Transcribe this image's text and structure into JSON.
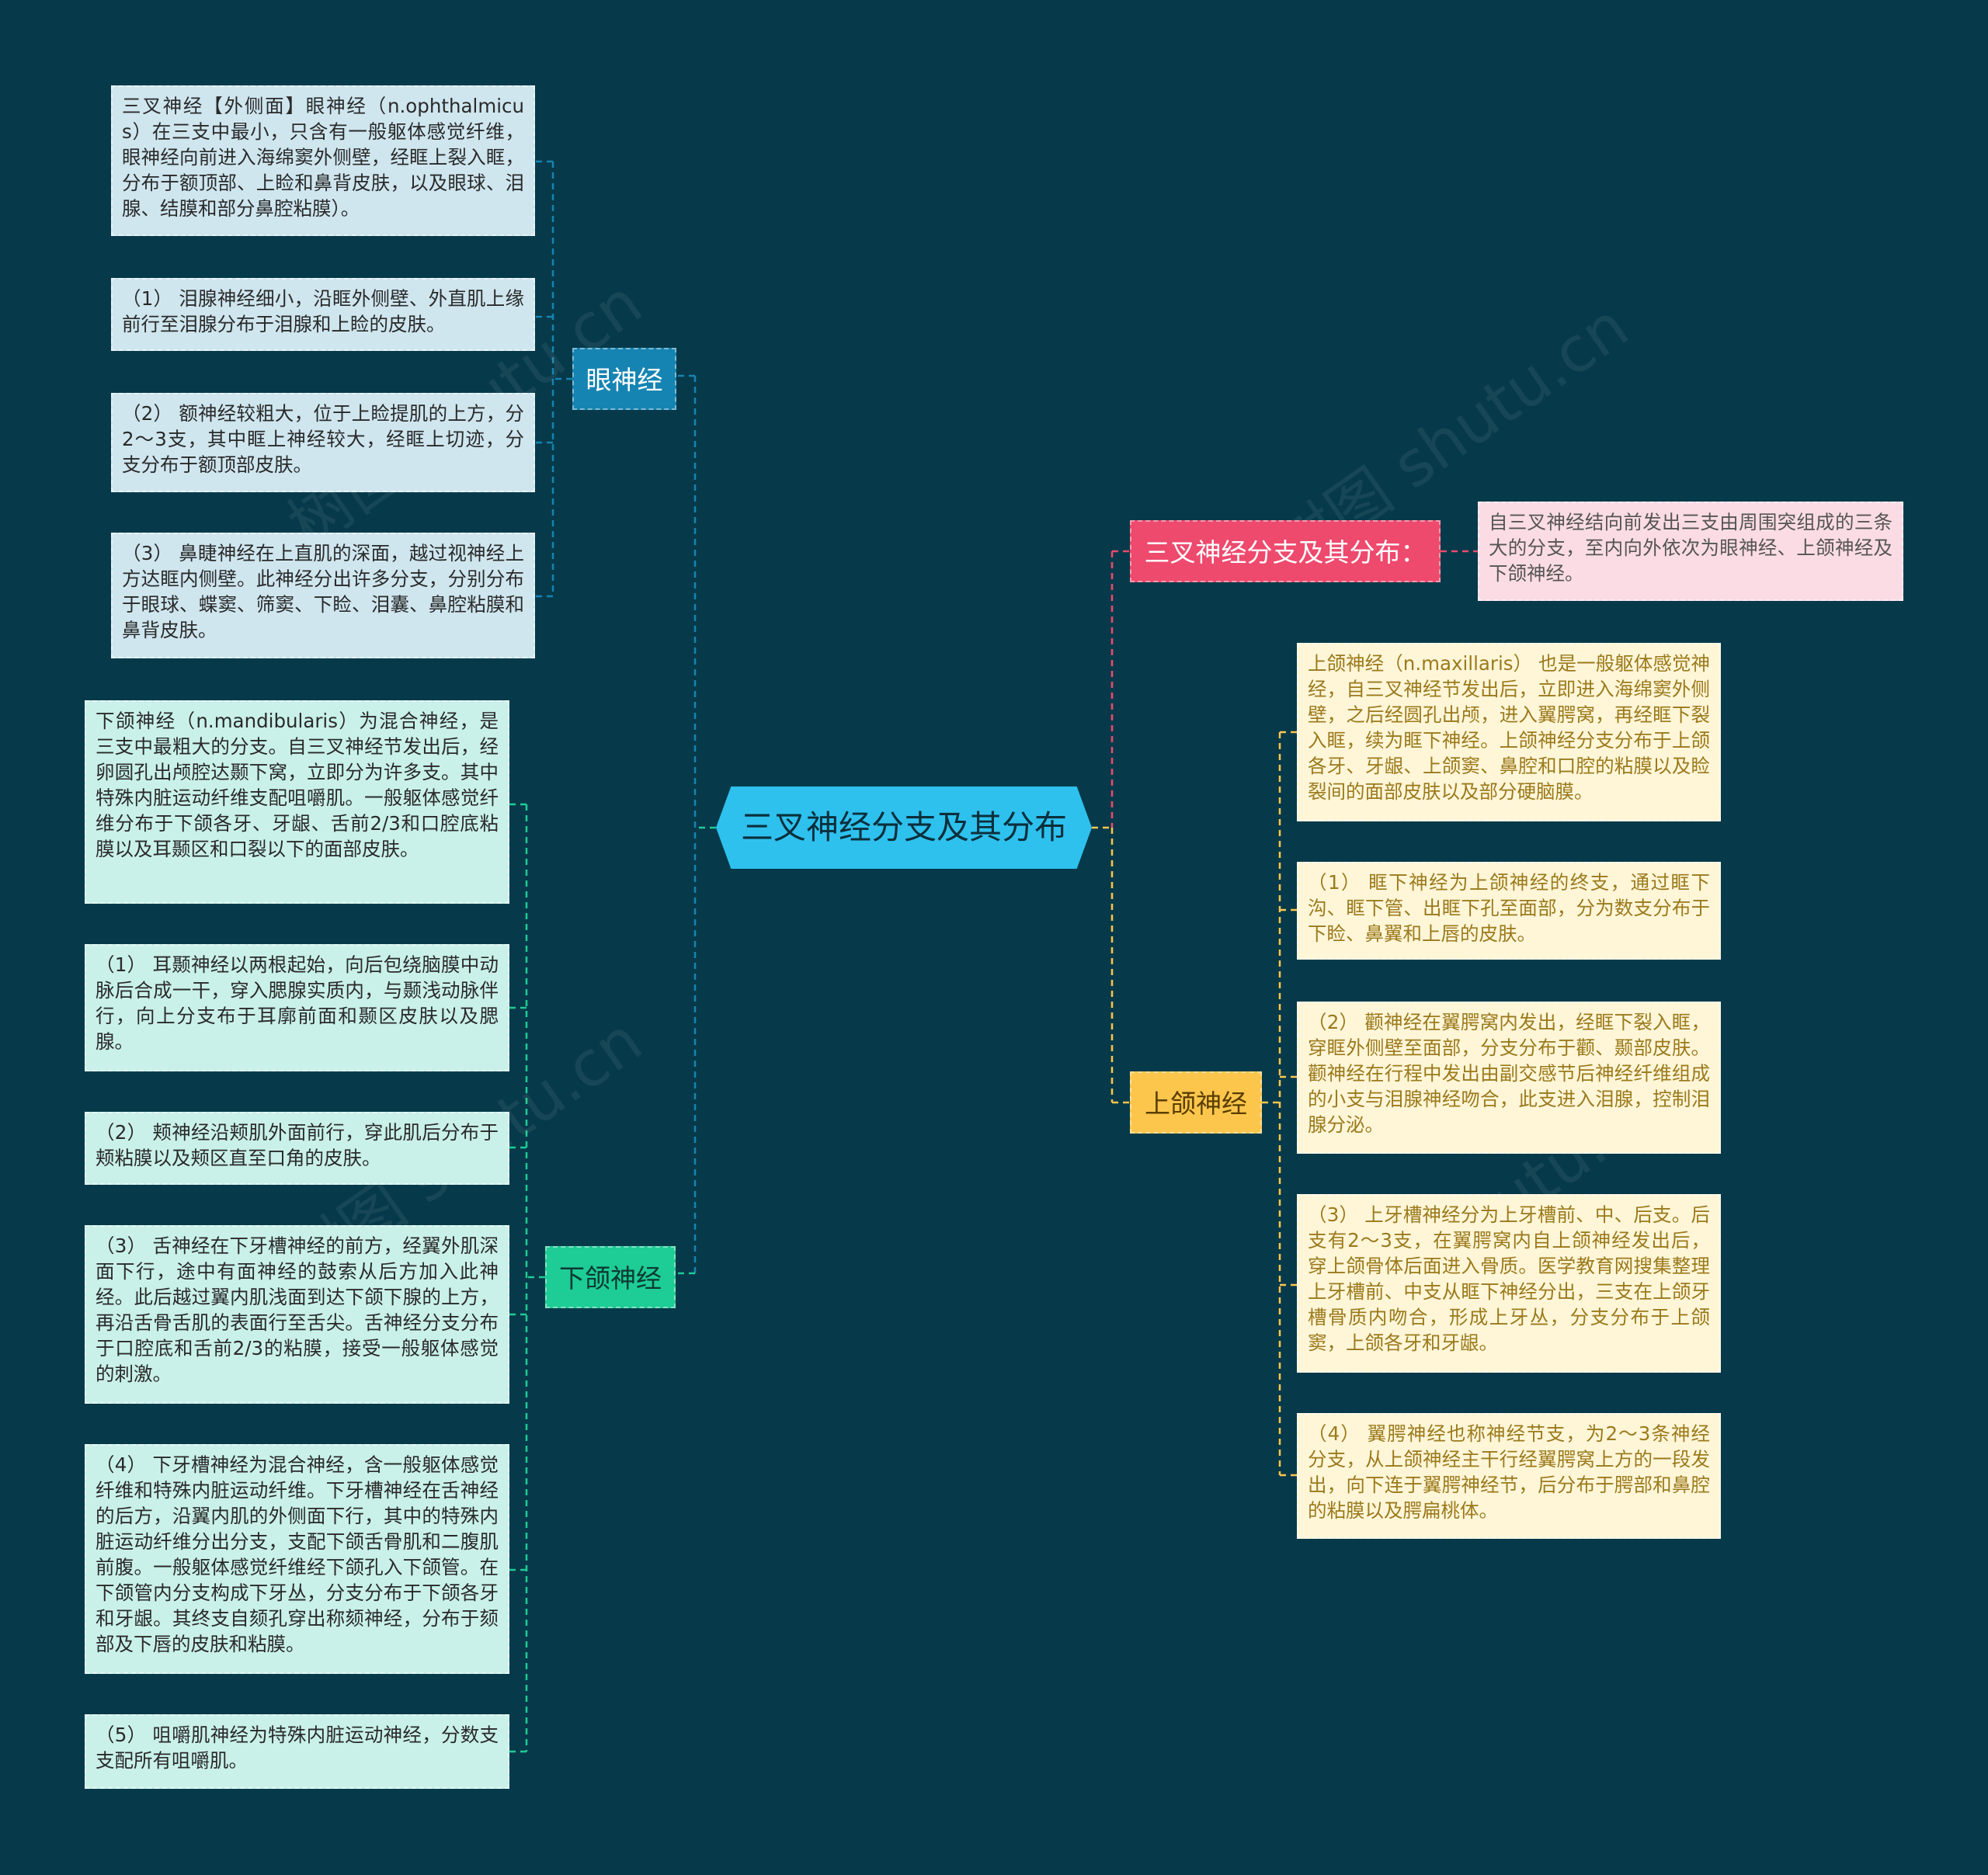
{
  "root": {
    "label": "三叉神经分支及其分布"
  },
  "branches": {
    "eye": {
      "label": "眼神经",
      "color": "#1684b2",
      "items": [
        "三叉神经【外侧面】眼神经（n.ophthalmicus）在三支中最小，只含有一般躯体感觉纤维，眼神经向前进入海绵窦外侧壁，经眶上裂入眶，分布于额顶部、上睑和鼻背皮肤，以及眼球、泪腺、结膜和部分鼻腔粘膜）。",
        "（1） 泪腺神经细小，沿眶外侧壁、外直肌上缘前行至泪腺分布于泪腺和上睑的皮肤。",
        "（2） 额神经较粗大，位于上睑提肌的上方，分2～3支，其中眶上神经较大，经眶上切迹，分支分布于额顶部皮肤。",
        "（3） 鼻睫神经在上直肌的深面，越过视神经上方达眶内侧壁。此神经分出许多分支，分别分布于眼球、蝶窦、筛窦、下睑、泪囊、鼻腔粘膜和鼻背皮肤。"
      ]
    },
    "mandibular": {
      "label": "下颌神经",
      "color": "#1ecc95",
      "items": [
        "下颌神经（n.mandibularis）为混合神经，是三支中最粗大的分支。自三叉神经节发出后，经卵圆孔出颅腔达颞下窝，立即分为许多支。其中特殊内脏运动纤维支配咀嚼肌。一般躯体感觉纤维分布于下颌各牙、牙龈、舌前2/3和口腔底粘膜以及耳颞区和口裂以下的面部皮肤。",
        "（1） 耳颞神经以两根起始，向后包绕脑膜中动脉后合成一干，穿入腮腺实质内，与颞浅动脉伴行，向上分支布于耳廓前面和颞区皮肤以及腮腺。",
        "（2） 颊神经沿颊肌外面前行，穿此肌后分布于颊粘膜以及颊区直至口角的皮肤。",
        "（3） 舌神经在下牙槽神经的前方，经翼外肌深面下行，途中有面神经的鼓索从后方加入此神经。此后越过翼内肌浅面到达下颌下腺的上方，再沿舌骨舌肌的表面行至舌尖。舌神经分支分布于口腔底和舌前2/3的粘膜，接受一般躯体感觉的刺激。",
        "（4） 下牙槽神经为混合神经，含一般躯体感觉纤维和特殊内脏运动纤维。下牙槽神经在舌神经的后方，沿翼内肌的外侧面下行，其中的特殊内脏运动纤维分出分支，支配下颌舌骨肌和二腹肌前腹。一般躯体感觉纤维经下颌孔入下颌管。在下颌管内分支构成下牙丛，分支分布于下颌各牙和牙龈。其终支自颏孔穿出称颏神经，分布于颏部及下唇的皮肤和粘膜。",
        "（5） 咀嚼肌神经为特殊内脏运动神经，分数支支配所有咀嚼肌。"
      ]
    },
    "summary": {
      "label": "三叉神经分支及其分布：",
      "color": "#ee4a6e",
      "items": [
        "自三叉神经结向前发出三支由周围突组成的三条大的分支，至内向外依次为眼神经、上颌神经及下颌神经。"
      ]
    },
    "maxillary": {
      "label": "上颌神经",
      "color": "#fcc64d",
      "items": [
        "上颌神经（n.maxillaris） 也是一般躯体感觉神经，自三叉神经节发出后，立即进入海绵窦外侧壁，之后经圆孔出颅，进入翼腭窝，再经眶下裂入眶，续为眶下神经。上颌神经分支分布于上颌各牙、牙龈、上颌窦、鼻腔和口腔的粘膜以及睑裂间的面部皮肤以及部分硬脑膜。",
        "（1） 眶下神经为上颌神经的终支，通过眶下沟、眶下管、出眶下孔至面部，分为数支分布于下睑、鼻翼和上唇的皮肤。",
        "（2） 颧神经在翼腭窝内发出，经眶下裂入眶，穿眶外侧壁至面部，分支分布于颧、颞部皮肤。颧神经在行程中发出由副交感节后神经纤维组成的小支与泪腺神经吻合，此支进入泪腺，控制泪腺分泌。",
        "（3） 上牙槽神经分为上牙槽前、中、后支。后支有2～3支，在翼腭窝内自上颌神经发出后，穿上颌骨体后面进入骨质。医学教育网搜集整理上牙槽前、中支从眶下神经分出，三支在上颌牙槽骨质内吻合，形成上牙丛，分支分布于上颌窦，上颌各牙和牙龈。",
        "（4） 翼腭神经也称神经节支，为2～3条神经分支，从上颌神经主干行经翼腭窝上方的一段发出，向下连于翼腭神经节，后分布于腭部和鼻腔的粘膜以及腭扁桃体。"
      ]
    }
  },
  "watermark": "树图 shutu.cn"
}
